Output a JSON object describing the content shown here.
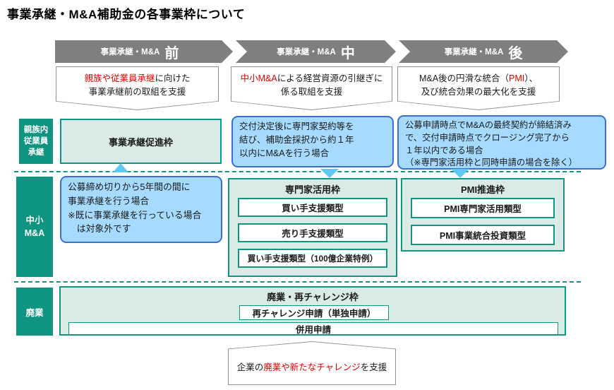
{
  "title": "事業承継・M&A補助金の各事業枠について",
  "palette": {
    "teal": "#0E9480",
    "teal_light": "#D9EBE4",
    "arrow_gray": "#7F7F7F",
    "blue_note_fill": "#A6DBFF",
    "blue_note_border": "#3B6FD4",
    "pointer_blue": "#5FC8F2",
    "accent_red": "#E00000"
  },
  "timeline": {
    "arrows": [
      {
        "prefix": "事業承継・M&A",
        "stage": "前"
      },
      {
        "prefix": "事業承継・M&A",
        "stage": "中"
      },
      {
        "prefix": "事業承継・M&A",
        "stage": "後"
      }
    ],
    "descriptions": [
      {
        "lines": [
          [
            {
              "t": "親族や従業員承継",
              "r": true
            },
            {
              "t": "に向けた"
            }
          ],
          [
            {
              "t": "事業承継前の取組を支援"
            }
          ]
        ]
      },
      {
        "lines": [
          [
            {
              "t": "中小M&A",
              "r": true
            },
            {
              "t": "による経営資源の引継ぎに"
            }
          ],
          [
            {
              "t": "係る取組を支援"
            }
          ]
        ]
      },
      {
        "lines": [
          [
            {
              "t": "M&A後の円滑な統合（"
            },
            {
              "t": "PMI",
              "r": true
            },
            {
              "t": "）、"
            }
          ],
          [
            {
              "t": "及び統合効果の最大化を支援"
            }
          ]
        ]
      }
    ]
  },
  "row_succession": {
    "sidebar_label": "親族内\n従業員\n承継",
    "frame_label": "事業承継促進枠",
    "note_mid": "交付決定後に専門家契約等を\n結び、補助金採択から約１年\n以内にM&Aを行う場合",
    "note_right": "公募申請時点でM&Aの最終契約が締結済み\nで、交付申請時点でクロージング完了から\n１年以内である場合\n（※専門家活用枠と同時申請の場合を除く）"
  },
  "row_ma": {
    "sidebar_label": "中小\nM&A",
    "note_left": "公募締め切りから5年間の間に\n事業承継を行う場合\n※既に事業承継を行っている場合\n　は対象外です",
    "expert_frame": {
      "title": "専門家活用枠",
      "items": [
        "買い手支援類型",
        "売り手支援類型",
        "買い手支援類型（100億企業特例）"
      ]
    },
    "pmi_frame": {
      "title": "PMI推進枠",
      "items": [
        "PMI専門家活用類型",
        "PMI事業統合投資類型"
      ]
    }
  },
  "row_closure": {
    "sidebar_label": "廃業",
    "frame": {
      "title": "廃業・再チャレンジ枠",
      "items": [
        "再チャレンジ申請（単独申請）",
        "併用申請"
      ]
    },
    "support_note": {
      "lines": [
        [
          {
            "t": "企業の"
          },
          {
            "t": "廃業や新たなチャレンジ",
            "r": true
          },
          {
            "t": "を支援"
          }
        ]
      ]
    }
  }
}
